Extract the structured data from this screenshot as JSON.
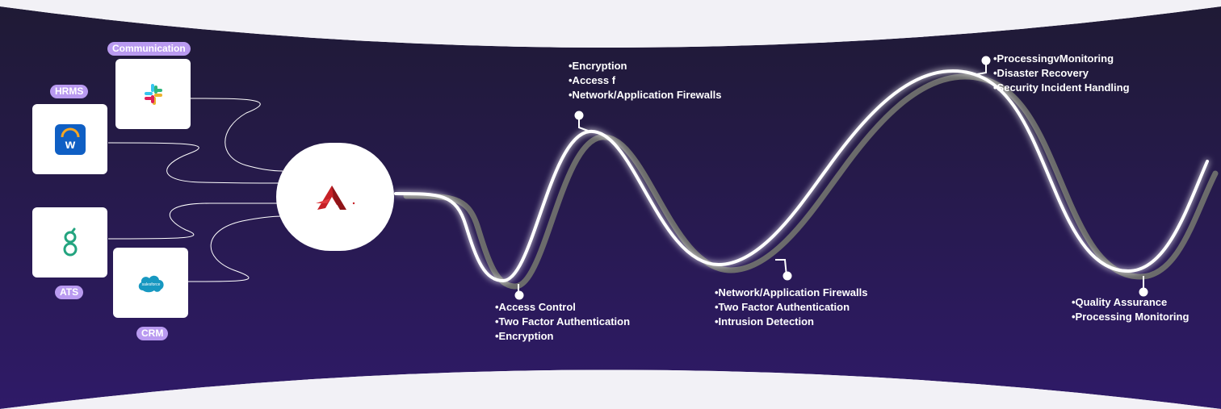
{
  "integrations": [
    {
      "id": "communication",
      "category_label": "Communication",
      "icon": "slack-icon"
    },
    {
      "id": "hrms",
      "category_label": "HRMS",
      "icon": "workday-icon"
    },
    {
      "id": "ats",
      "category_label": "ATS",
      "icon": "greenhouse-icon"
    },
    {
      "id": "crm",
      "category_label": "CRM",
      "icon": "salesforce-icon",
      "logo_text": "salesforce"
    }
  ],
  "hub": {
    "icon": "brand-logo-icon",
    "color": "#c62026"
  },
  "milestones": [
    {
      "items": [
        "•Access Control",
        "•Two Factor Authentication",
        "•Encryption"
      ]
    },
    {
      "items": [
        "•Encryption",
        "•Access f",
        "•Network/Application Firewalls"
      ]
    },
    {
      "items": [
        "•Network/Application Firewalls",
        "•Two Factor Authentication",
        "•Intrusion Detection"
      ]
    },
    {
      "items": [
        "•ProcessingvMonitoring",
        "•Disaster Recovery",
        "•Security Incident Handling"
      ]
    },
    {
      "items": [
        "•Quality Assurance",
        "•Processing Monitoring"
      ]
    }
  ],
  "colors": {
    "background_top": "#1f1a35",
    "background_bottom": "#2f1a68",
    "pill": "#b99af0",
    "workday_blue": "#0f5fc4",
    "workday_orange": "#f5a623",
    "greenhouse_green": "#23a47f",
    "salesforce_blue": "#1798c1"
  }
}
